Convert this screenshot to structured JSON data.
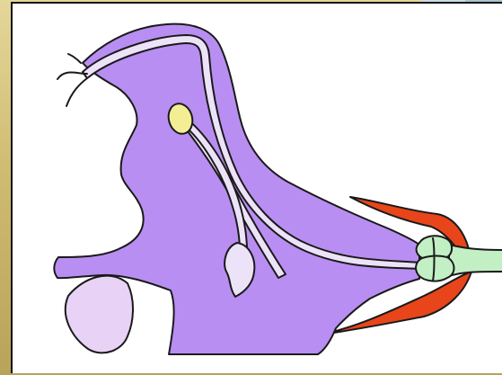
{
  "colors": {
    "tissue": "#b98ef2",
    "outline": "#1a1a1a",
    "duct": "#ede3f8",
    "nucleus": "#f3ee94",
    "sheath": "#e8451a",
    "terminal": "#c2f0c4",
    "stub": "#e8d2f6",
    "background": "#ffffff",
    "backdrop_sky": "#cfe0ea",
    "backdrop_sand": "#d6c27e"
  },
  "parts": [
    "hair-filaments",
    "main-body",
    "lower-left-blob",
    "inner-duct",
    "nucleus",
    "vesicle-sac",
    "sheath",
    "terminal-bud",
    "terminal-stub"
  ]
}
